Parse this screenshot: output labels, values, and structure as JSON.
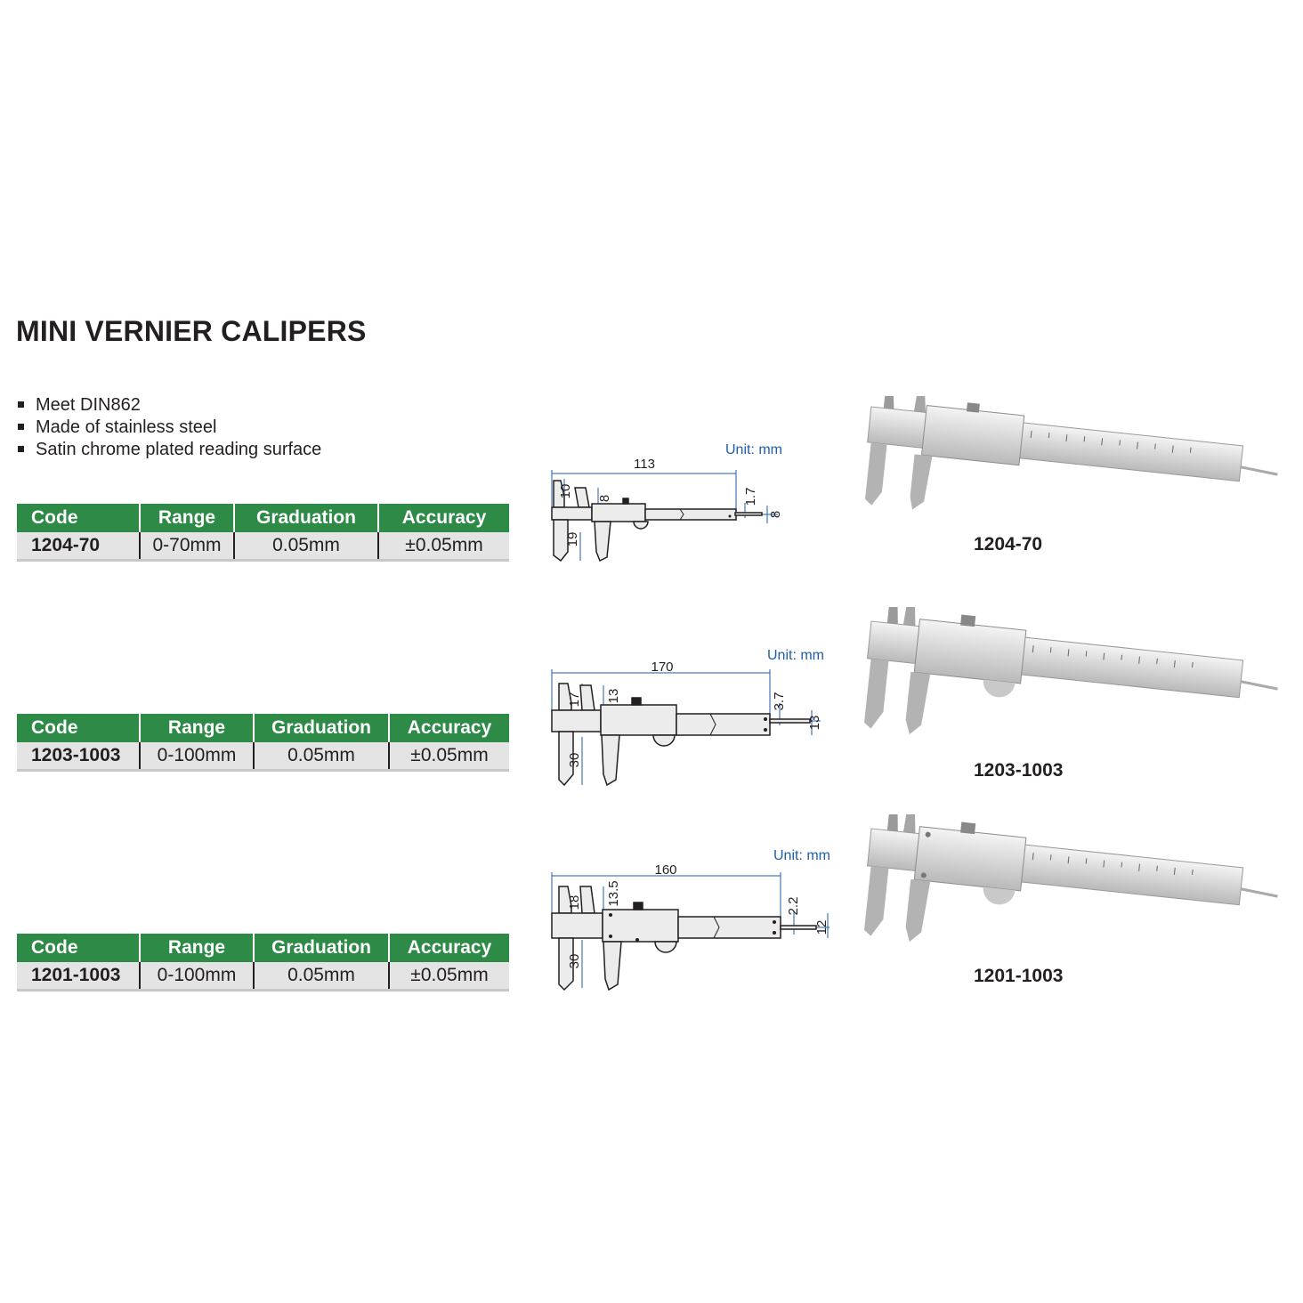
{
  "title": "MINI VERNIER CALIPERS",
  "features": [
    "Meet DIN862",
    "Made of stainless steel",
    "Satin chrome plated reading surface"
  ],
  "table_headers": {
    "code": "Code",
    "range": "Range",
    "graduation": "Graduation",
    "accuracy": "Accuracy"
  },
  "products": [
    {
      "code": "1204-70",
      "range": "0-70mm",
      "graduation": "0.05mm",
      "accuracy": "±0.05mm",
      "unit_label": "Unit: mm",
      "dims": {
        "length": "113",
        "upper_jaw": "10",
        "upper_jaw_inner": "8",
        "lower_jaw": "19",
        "depth_rod": "1.7",
        "beam": "8"
      },
      "model_label": "1204-70"
    },
    {
      "code": "1203-1003",
      "range": "0-100mm",
      "graduation": "0.05mm",
      "accuracy": "±0.05mm",
      "unit_label": "Unit: mm",
      "dims": {
        "length": "170",
        "upper_jaw": "17",
        "upper_jaw_inner": "13",
        "lower_jaw": "30",
        "depth_rod": "3.7",
        "beam": "13"
      },
      "model_label": "1203-1003"
    },
    {
      "code": "1201-1003",
      "range": "0-100mm",
      "graduation": "0.05mm",
      "accuracy": "±0.05mm",
      "unit_label": "Unit: mm",
      "dims": {
        "length": "160",
        "upper_jaw": "18",
        "upper_jaw_inner": "13.5",
        "lower_jaw": "30",
        "depth_rod": "2.2",
        "beam": "12"
      },
      "model_label": "1201-1003"
    }
  ],
  "colors": {
    "header_green": "#2d8a47",
    "dimension_blue": "#1d5ea8",
    "row_gray": "#e4e4e4"
  }
}
